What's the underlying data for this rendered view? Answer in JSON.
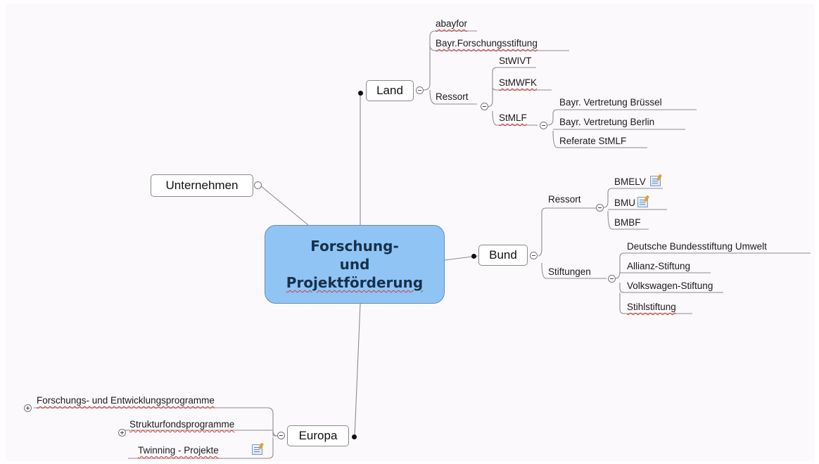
{
  "central_topic": {
    "line1": "Forschung-",
    "line2": "und",
    "line3": "Projektförderung"
  },
  "branches": {
    "land": {
      "label": "Land",
      "children": {
        "abayfor": "abayfor",
        "forschungsstiftung": "Bayr.Forschungsstiftung",
        "ressort": {
          "label": "Ressort",
          "children": {
            "stwivt": "StWIVT",
            "stmwfk": "StMWFK",
            "stmlf": {
              "label": "StMLF",
              "children": [
                "Bayr. Vertretung Brüssel",
                "Bayr. Vertretung Berlin",
                "Referate StMLF"
              ]
            }
          }
        }
      }
    },
    "unternehmen": {
      "label": "Unternehmen"
    },
    "bund": {
      "label": "Bund",
      "ressort": {
        "label": "Ressort",
        "children": [
          "BMELV",
          "BMU",
          "BMBF"
        ]
      },
      "stiftungen": {
        "label": "Stiftungen",
        "children": [
          "Deutsche Bundesstiftung Umwelt",
          "Allianz-Stiftung",
          "Volkswagen-Stiftung",
          "Stihlstiftung"
        ]
      }
    },
    "europa": {
      "label": "Europa",
      "children": [
        "Forschungs- und Entwicklungsprogramme",
        "Strukturfondsprogramme",
        "Twinning - Projekte"
      ]
    }
  },
  "colors": {
    "central_fill": "#90c4f5",
    "central_border": "#6a8cae",
    "connector": "#8c8c8c",
    "background": "#fcf9fc",
    "spellcheck_underline": "#d23b3b"
  },
  "icons": {
    "note": "note-icon",
    "collapse": "collapse-toggle-icon",
    "expand": "expand-toggle-icon",
    "anchor": "anchor-dot-icon"
  }
}
